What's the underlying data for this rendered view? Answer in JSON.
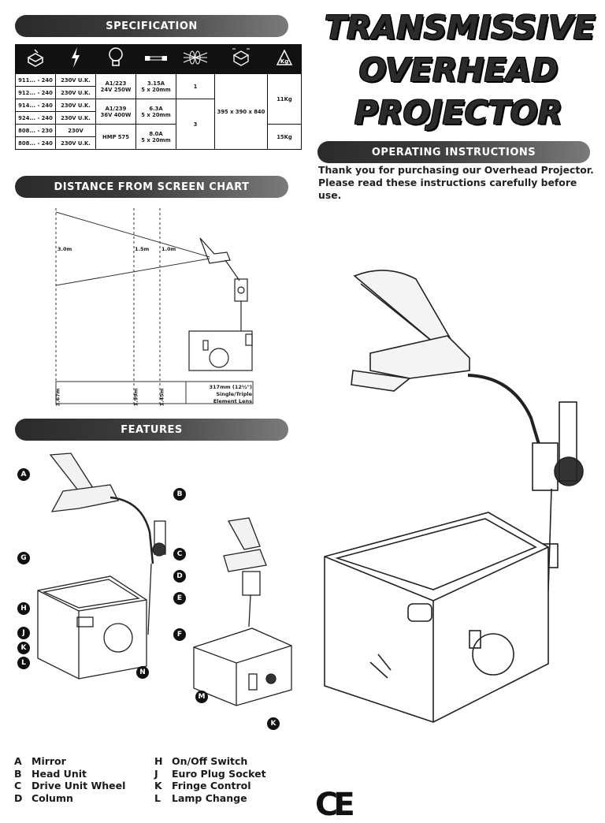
{
  "headers": {
    "specification": "SPECIFICATION",
    "distance": "DISTANCE FROM SCREEN CHART",
    "features": "FEATURES",
    "operating": "OPERATING INSTRUCTIONS"
  },
  "title": [
    "TRANSMISSIVE",
    "OVERHEAD",
    "PROJECTOR"
  ],
  "intro": "Thank you for purchasing our Overhead Projector. Please read these instructions carefully before use.",
  "spec_icons": [
    "projector-icon",
    "lightning-icon",
    "lamp-icon",
    "fuse-icon",
    "lens-icon",
    "dimensions-icon",
    "weight-icon"
  ],
  "spec": {
    "models": [
      "911... - 240",
      "912... - 240",
      "914... - 240",
      "924... - 240",
      "808... - 230",
      "808... - 240"
    ],
    "voltages": [
      "230V U.K.",
      "230V U.K.",
      "230V U.K.",
      "230V U.K.",
      "230V",
      "230V U.K."
    ],
    "lamp1": "A1/223\n24V 250W",
    "lamp2": "A1/239\n36V 400W",
    "lamp3": "HMP 575",
    "fuse1": "3.15A\n5 x 20mm",
    "fuse2": "6.3A\n5 x 20mm",
    "fuse3": "8.0A\n5 x 20mm",
    "lens1": "1",
    "lens2": "3",
    "dims": "395 x 390 x 840",
    "weight1": "11Kg",
    "weight2": "15Kg"
  },
  "distance": {
    "marks": [
      "3.0m",
      "1.5m",
      "1.0m"
    ],
    "bottom": [
      "3.67m",
      "1.99m",
      "1.45m"
    ],
    "lens_note": "317mm (12½\")\nSingle/Triple\nElement Lens"
  },
  "features_legend": [
    {
      "k": "A",
      "v": "Mirror"
    },
    {
      "k": "B",
      "v": "Head Unit"
    },
    {
      "k": "C",
      "v": "Drive Unit Wheel"
    },
    {
      "k": "D",
      "v": "Column"
    },
    {
      "k": "H",
      "v": "On/Off Switch"
    },
    {
      "k": "J",
      "v": "Euro Plug Socket"
    },
    {
      "k": "K",
      "v": "Fringe Control"
    },
    {
      "k": "L",
      "v": "Lamp Change"
    }
  ],
  "callouts": [
    "A",
    "B",
    "C",
    "D",
    "E",
    "F",
    "G",
    "H",
    "J",
    "K",
    "L",
    "M",
    "N",
    "K"
  ],
  "ce_mark": "CE"
}
